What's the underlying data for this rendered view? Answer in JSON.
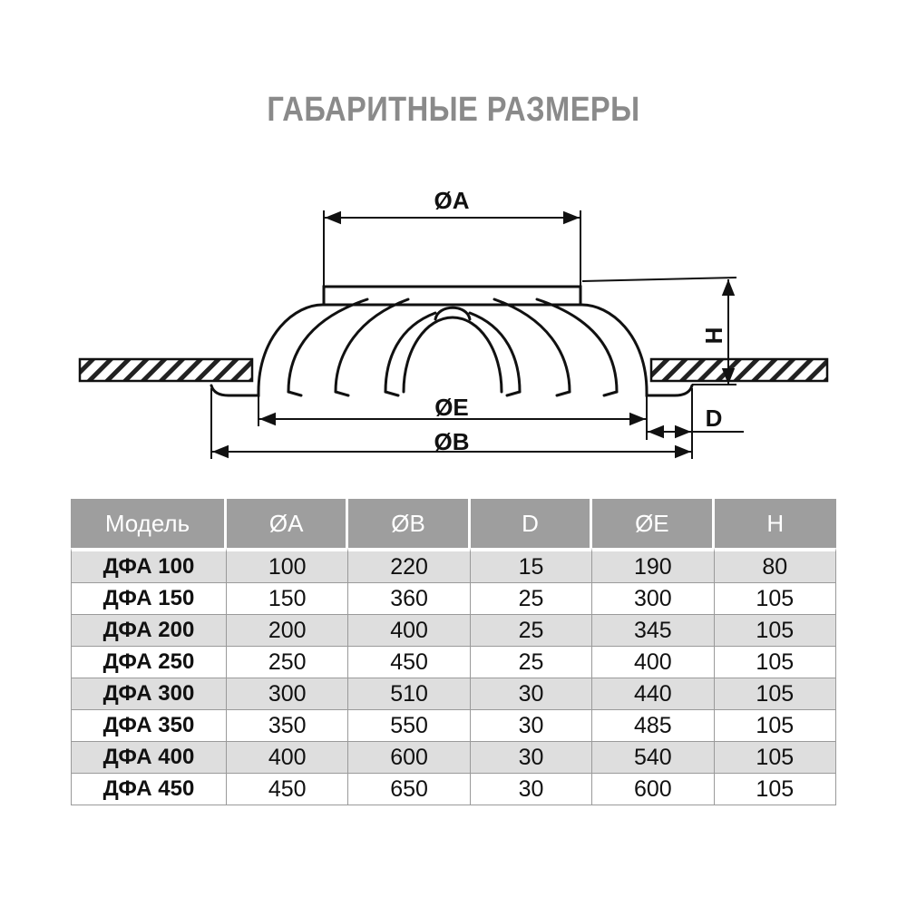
{
  "title": "ГАБАРИТНЫЕ РАЗМЕРЫ",
  "diagram": {
    "labels": {
      "a": "ØA",
      "e": "ØE",
      "b": "ØB",
      "h": "H",
      "d": "D"
    }
  },
  "table": {
    "headers": [
      "Модель",
      "ØA",
      "ØB",
      "D",
      "ØE",
      "H"
    ],
    "rows": [
      [
        "ДФА 100",
        "100",
        "220",
        "15",
        "190",
        "80"
      ],
      [
        "ДФА 150",
        "150",
        "360",
        "25",
        "300",
        "105"
      ],
      [
        "ДФА 200",
        "200",
        "400",
        "25",
        "345",
        "105"
      ],
      [
        "ДФА 250",
        "250",
        "450",
        "25",
        "400",
        "105"
      ],
      [
        "ДФА 300",
        "300",
        "510",
        "30",
        "440",
        "105"
      ],
      [
        "ДФА 350",
        "350",
        "550",
        "30",
        "485",
        "105"
      ],
      [
        "ДФА 400",
        "400",
        "600",
        "30",
        "540",
        "105"
      ],
      [
        "ДФА 450",
        "450",
        "650",
        "30",
        "600",
        "105"
      ]
    ]
  },
  "colors": {
    "title": "#8a8a8a",
    "header_bg": "#9e9e9e",
    "row_shade": "#dedede"
  }
}
